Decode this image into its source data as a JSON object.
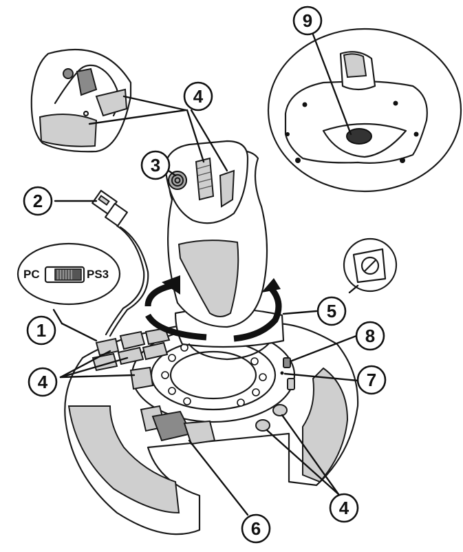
{
  "switch": {
    "left_label": "PC",
    "right_label": "PS3"
  },
  "callouts": {
    "mode_switch": "1",
    "usb_cable": "2",
    "trigger_button": "3",
    "handle_buttons": "4",
    "base_buttons_left": "4",
    "base_buttons_right": "4",
    "rudder_screw": "5",
    "throttle": "6",
    "led": "7",
    "preset_button": "8",
    "underside_hole": "9"
  },
  "colors": {
    "line": "#1a1a1a",
    "grey_panel": "#cfcfcf",
    "dark_panel": "#8a8a8a",
    "background": "#ffffff"
  },
  "icons": [
    "usb-plug-icon",
    "rotation-arrow-icon",
    "screw-slot-icon",
    "slide-switch-icon"
  ]
}
